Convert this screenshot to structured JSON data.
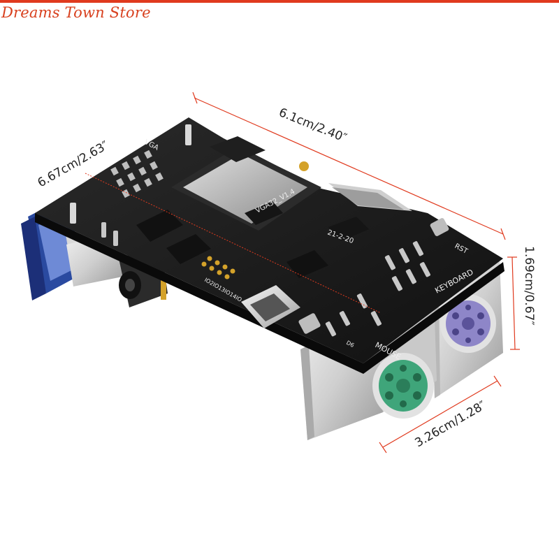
{
  "store": {
    "name": "Dreams Town Store"
  },
  "dimensions": {
    "length": "6.1cm/2.40″",
    "width": "6.67cm/2.63″",
    "height": "1.69cm/0.67″",
    "depth": "3.26cm/1.28″"
  },
  "board": {
    "model": "VGA32_V1.4",
    "date": "21-2-20",
    "vga_label": "VGA",
    "rst_label": "RST",
    "keyboard_label": "KEYBOARD",
    "mouse_label": "MOUSE",
    "io_label": "IO2IO13IO14IO",
    "d6_label": "D6"
  },
  "colors": {
    "accent": "#e03a1e",
    "pcb": "#1a1a1a",
    "keyboard_port": "#8e86c8",
    "mouse_port": "#3fa57a",
    "vga_connector": "#2a4aa0"
  }
}
